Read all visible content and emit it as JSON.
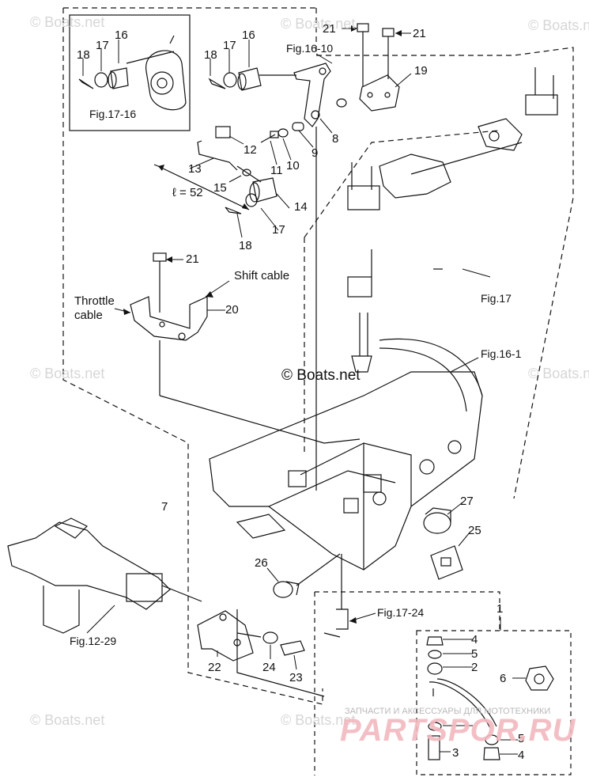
{
  "diagram": {
    "copyright": "© Boats.net",
    "watermark": "© Boats.net",
    "shop_tagline": "ЗАПЧАСТИ И АКСЕССУАРЫ ДЛЯ МОТОТЕХНИКИ",
    "shop_brand": "PARTSPOR.RU"
  },
  "labels": {
    "p1": "1",
    "p2": "2",
    "p3": "3",
    "p4a": "4",
    "p4b": "4",
    "p5a": "5",
    "p5b": "5",
    "p6": "6",
    "p7": "7",
    "p8": "8",
    "p9": "9",
    "p10": "10",
    "p11": "11",
    "p12": "12",
    "p13": "13",
    "p14": "14",
    "p15": "15",
    "p16a": "16",
    "p16b": "16",
    "p17a": "17",
    "p17b": "17",
    "p17c": "17",
    "p18a": "18",
    "p18b": "18",
    "p18c": "18",
    "p19": "19",
    "p20": "20",
    "p21a": "21",
    "p21b": "21",
    "p21c": "21",
    "p22": "22",
    "p23": "23",
    "p24": "24",
    "p25": "25",
    "p26": "26",
    "p27": "27",
    "length": "ℓ = 52",
    "shift_cable": "Shift cable",
    "throttle_cable_1": "Throttle",
    "throttle_cable_2": "cable"
  },
  "figure_refs": {
    "f17_16": "Fig.17-16",
    "f16_10": "Fig.16-10",
    "f17": "Fig.17",
    "f16_1": "Fig.16-1",
    "f12_29": "Fig.12-29",
    "f17_24": "Fig.17-24"
  }
}
